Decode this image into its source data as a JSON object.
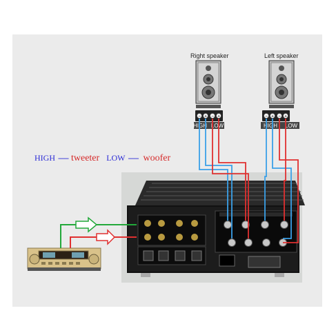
{
  "speakers": {
    "right": {
      "title": "Right speaker",
      "high": "HIGH",
      "low": "LOW"
    },
    "left": {
      "title": "Left speaker",
      "high": "HIGH",
      "low": "LOW"
    }
  },
  "legend": {
    "high": "HIGH",
    "tweeter": "tweeter",
    "low": "LOW",
    "woofer": "woofer",
    "dash1": "-----",
    "dash2": "-----"
  },
  "colors": {
    "high_wire": "#3aa0e8",
    "low_wire": "#e03030",
    "input_green": "#22a83a",
    "input_red": "#e03030",
    "legend_blue": "#2b2bd6",
    "legend_red": "#d62b2b"
  }
}
